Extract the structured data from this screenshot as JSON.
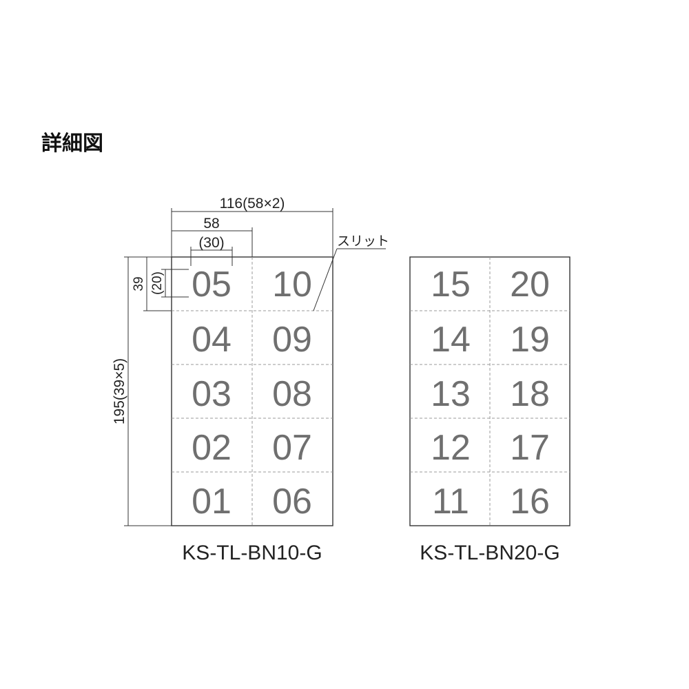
{
  "title": "詳細図",
  "dimensions": {
    "total_width": "116(58×2)",
    "half_width": "58",
    "number_width": "(30)",
    "row_height": "39",
    "number_height": "(20)",
    "total_height": "195(39×5)"
  },
  "slit_label": "スリット",
  "panels": [
    {
      "model": "KS-TL-BN10-G",
      "left_column": [
        "05",
        "04",
        "03",
        "02",
        "01"
      ],
      "right_column": [
        "10",
        "09",
        "08",
        "07",
        "06"
      ]
    },
    {
      "model": "KS-TL-BN20-G",
      "left_column": [
        "15",
        "14",
        "13",
        "12",
        "11"
      ],
      "right_column": [
        "20",
        "19",
        "18",
        "17",
        "16"
      ]
    }
  ],
  "colors": {
    "number_text": "#6f6f6f",
    "outline": "#333333",
    "slit_dash": "#999999"
  }
}
